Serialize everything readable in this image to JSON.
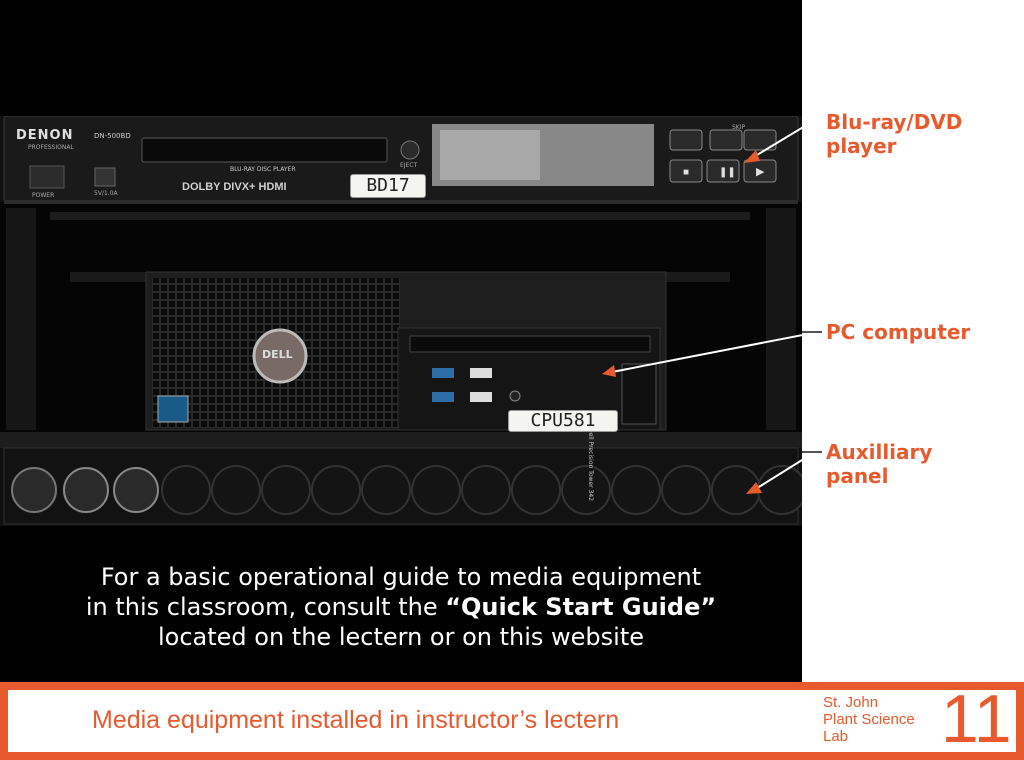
{
  "player": {
    "brand": "DENON",
    "brand_sub": "PROFESSIONAL",
    "model": "DN-500BD",
    "disc_label": "BLU-RAY DISC PLAYER",
    "power_label": "POWER",
    "eject_label": "EJECT",
    "skip_label": "SKIP",
    "usb_label": "5V/1.0A",
    "tag": "BD17"
  },
  "computer": {
    "brand": "DELL",
    "tag": "CPU581",
    "model_text": "Dell Precision Tower 342"
  },
  "callouts": {
    "player": [
      "Blu-ray/DVD",
      "player"
    ],
    "computer": [
      "PC computer"
    ],
    "panel": [
      "Auxilliary",
      "panel"
    ]
  },
  "caption": {
    "line1": "For a basic operational guide to media equipment",
    "line2_pre": "in this classroom, consult the ",
    "line2_bold": "“Quick Start Guide”",
    "line3": "located on the lectern or on this website"
  },
  "footer": {
    "title": "Media equipment installed in instructor’s lectern",
    "site": [
      "St. John",
      "Plant Science",
      "Lab"
    ],
    "page": "11"
  },
  "colors": {
    "accent": "#e65a2e",
    "background": "#000000"
  }
}
